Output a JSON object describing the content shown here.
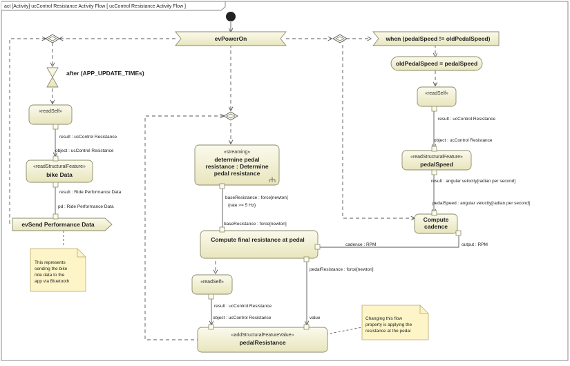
{
  "frame": {
    "title": "act [Activity] ucControl Resistance Activity Flow  [ ucControl Resistance Activity Flow  ]"
  },
  "nodes": {
    "evPowerOn": "evPowerOn",
    "when_event": "when (pedalSpeed != oldPedalSpeed)",
    "after_event": "after (APP_UPDATE_TIMEs)",
    "assign_action": "oldPedalSpeed = pedalSpeed",
    "readSelf_left": "«readSelf»",
    "readSelf_right": "«readSelf»",
    "readSelf_bottom": "«readSelf»",
    "bikeData_stereo": "«readStructuralFeature»",
    "bikeData_name": "bike Data",
    "pedalSpeed_stereo": "«readStructuralFeature»",
    "pedalSpeed_name": "pedalSpeed",
    "streaming_stereo": "«streaming»",
    "streaming_line1": "determine pedal",
    "streaming_line2": "resistance : Determine",
    "streaming_line3": "pedal resistance",
    "compute_final": "Compute final resistance at pedal",
    "compute_cadence_line1": "Compute",
    "compute_cadence_line2": "cadence",
    "evSend": "evSend Performance Data",
    "addFeature_stereo": "«addStructuralFeatureValue»",
    "addFeature_name": "pedalResistance"
  },
  "pins": {
    "left_result": "result : ucControl Resistance",
    "left_object": "object : ucControl Resistance",
    "left_bike_result": "result : Ride Performance Data",
    "left_pd": "pd : Ride Performance Data",
    "right_result": "result : ucControl Resistance",
    "right_object": "object : ucControl Resistance",
    "right_angular_result": "result : angular velocity[radian per second]",
    "right_pedalSpeed": "pedalSpeed : angular velocity[radian per second]",
    "cadence_output": "output : RPM",
    "cadence_input": "cadence : RPM",
    "base_out": "baseResistance : force[newton]",
    "rate": "{rate >= 5 Hz}",
    "base_in": "baseResistance : force[newton]",
    "pedalRes_out": "pedalResistance : force[newton]",
    "bottom_result": "result : ucControl Resistance",
    "bottom_object": "object : ucControl Resistance",
    "value": "value"
  },
  "notes": {
    "left": [
      "This represents",
      "sending the bike",
      "ride data to the",
      "app via Bluetooth"
    ],
    "right": [
      "Changing this flow",
      "property is applying the",
      "resistance at the pedal"
    ]
  },
  "colors": {
    "node_fill": "#f3f1cf",
    "node_stroke": "#8a8a6a",
    "note_fill": "#fdf5c8",
    "edge": "#555555"
  }
}
